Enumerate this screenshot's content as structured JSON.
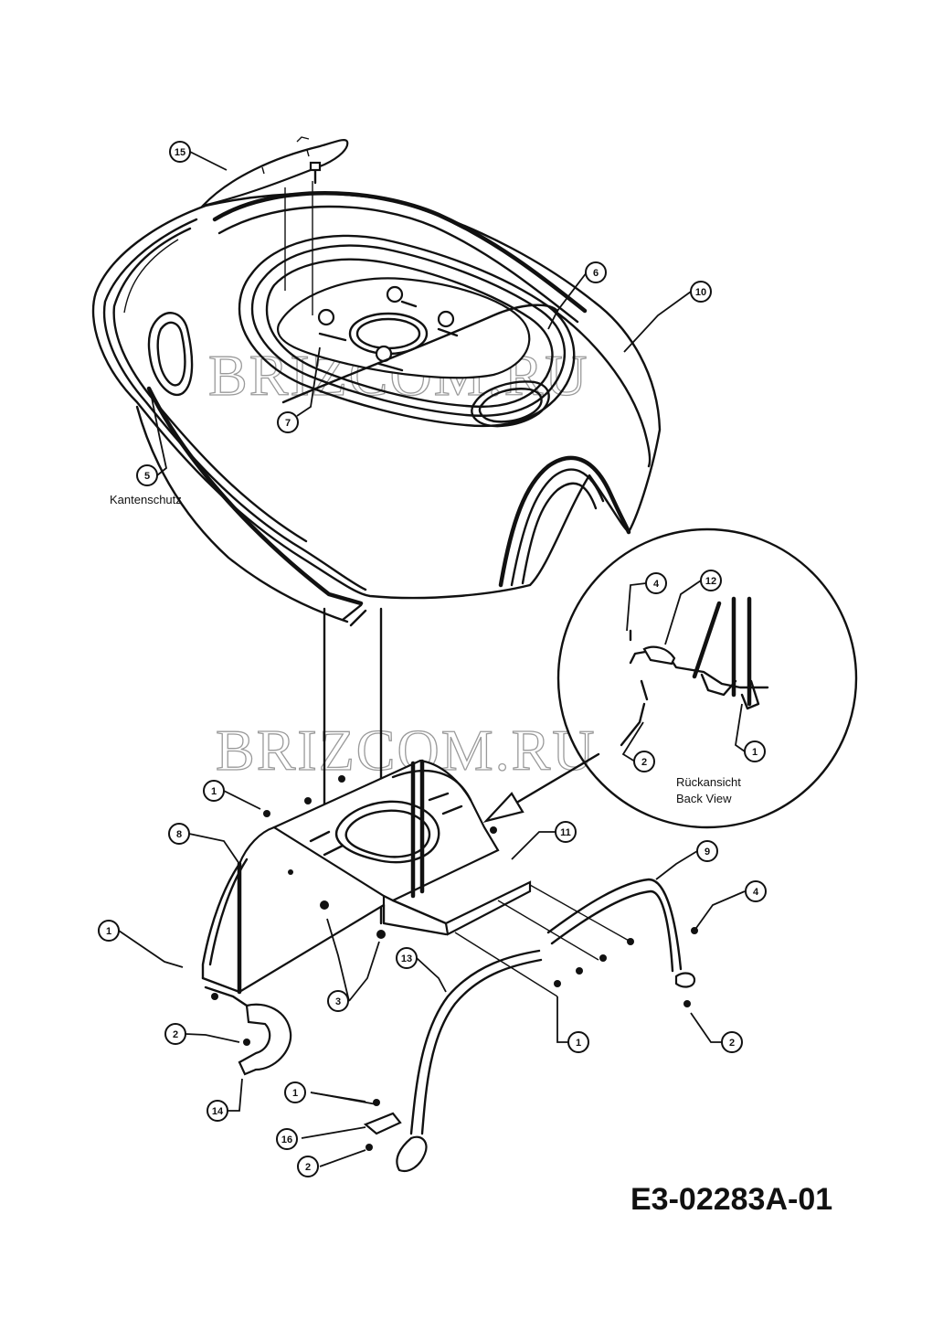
{
  "watermark": "BRIZCOM.RU",
  "diagram_code": "E3-02283A-01",
  "labels": {
    "edge_protector": "Kantenschutz",
    "rear_view_de": "Rückansicht",
    "rear_view_en": "Back View"
  },
  "callouts": [
    "15",
    "6",
    "10",
    "7",
    "5",
    "4",
    "12",
    "2",
    "1",
    "1",
    "11",
    "8",
    "9",
    "4",
    "1",
    "13",
    "3",
    "1",
    "2",
    "2",
    "14",
    "1",
    "16",
    "2"
  ]
}
